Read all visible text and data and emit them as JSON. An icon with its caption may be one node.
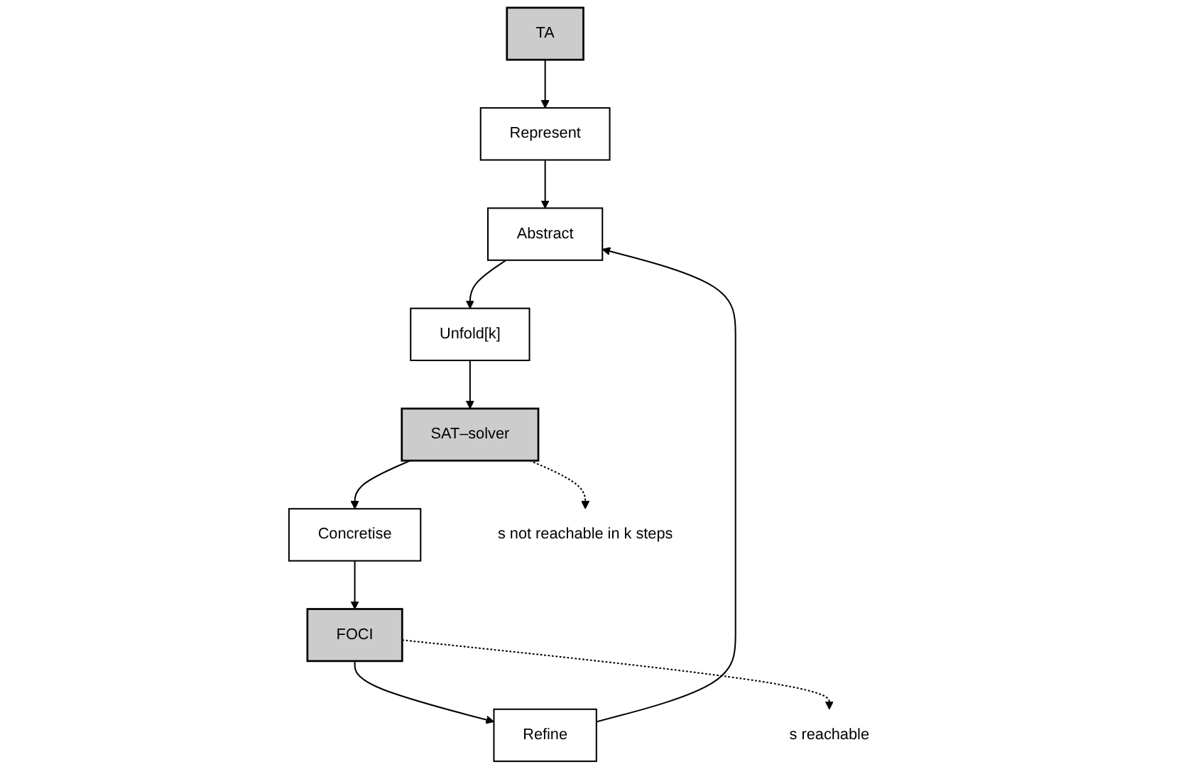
{
  "diagram": {
    "nodes": [
      {
        "text": [
          "TA"
        ]
      },
      {
        "text": [
          "Represent"
        ]
      },
      {
        "text": [
          "s reachable"
        ]
      },
      {
        "text": [
          "Abstract"
        ]
      },
      {
        "text": [
          "Refine"
        ]
      },
      {
        "text": [
          "FOCI"
        ]
      },
      {
        "text": [
          "Unfold[k]"
        ]
      },
      {
        "text": [
          "SAT–solver"
        ]
      },
      {
        "text": [
          "Concretise"
        ]
      },
      {
        "text": [
          "s not reachable in k steps"
        ]
      }
    ],
    "edges": [
      {
        "from": 0,
        "to": 1,
        "arrow": "to"
      },
      {
        "from": 1,
        "to": 3,
        "arrow": "to"
      },
      {
        "from": 5,
        "to": 4,
        "arrow": "to"
      },
      {
        "from": 4,
        "to": 3,
        "arrow": "to"
      },
      {
        "from": 3,
        "to": 6,
        "arrow": "to"
      },
      {
        "from": 6,
        "to": 7,
        "arrow": "to"
      },
      {
        "from": 7,
        "to": 8,
        "arrow": "to"
      },
      {
        "from": 8,
        "to": 5,
        "arrow": "to"
      },
      {
        "from": 5,
        "to": 2,
        "arrow": "to",
        "style": "dashed"
      },
      {
        "from": 7,
        "to": 9,
        "arrow": "to",
        "style": "dashed"
      }
    ]
  }
}
